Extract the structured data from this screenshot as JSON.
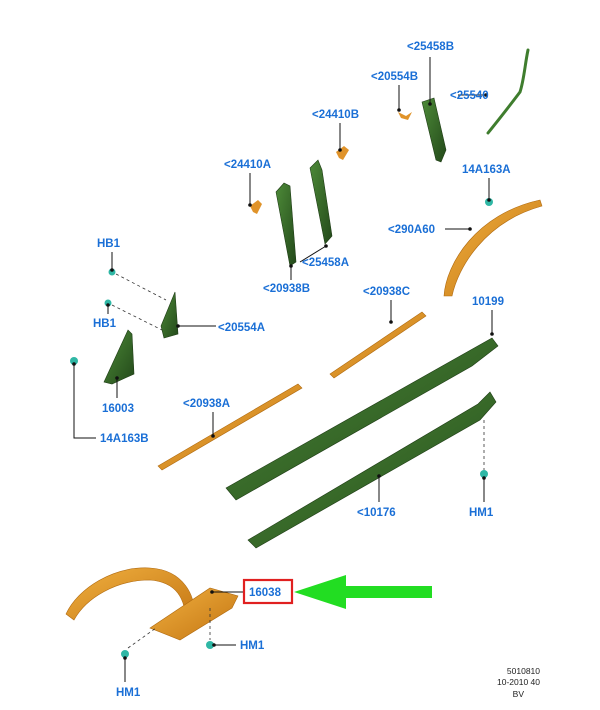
{
  "colors": {
    "background": "#ffffff",
    "label": "#1a6fd6",
    "trim_green": "#2f5f22",
    "trim_green_light": "#4d8a38",
    "trim_orange": "#d98a1e",
    "trim_orange_light": "#f0b040",
    "clip_teal": "#2fb7a5",
    "highlight_box": "#e02020",
    "arrow": "#22dd22"
  },
  "labels": {
    "p25458b": "<25458B",
    "p20554b": "<20554B",
    "p25540": "<25540",
    "p24410b": "<24410B",
    "p24410a": "<24410A",
    "p14a163a": "14A163A",
    "p290a60": "<290A60",
    "p25458a": "<25458A",
    "p20938b": "<20938B",
    "hb1_top": "HB1",
    "hb1_bottom": "HB1",
    "p20554a": "<20554A",
    "p20938c": "<20938C",
    "p10199": "10199",
    "p16003": "16003",
    "p14a163b": "14A163B",
    "p20938a": "<20938A",
    "p10176": "<10176",
    "hm1_right": "HM1",
    "p16038": "16038",
    "hm1_lower": "HM1",
    "hm1_bottom": "HM1"
  },
  "reference": {
    "line1": "5010810",
    "line2": "10-2010 40",
    "line3": "BV"
  },
  "icons": {
    "callout_arrow": "arrow-left-icon",
    "clip": "clip-icon"
  }
}
